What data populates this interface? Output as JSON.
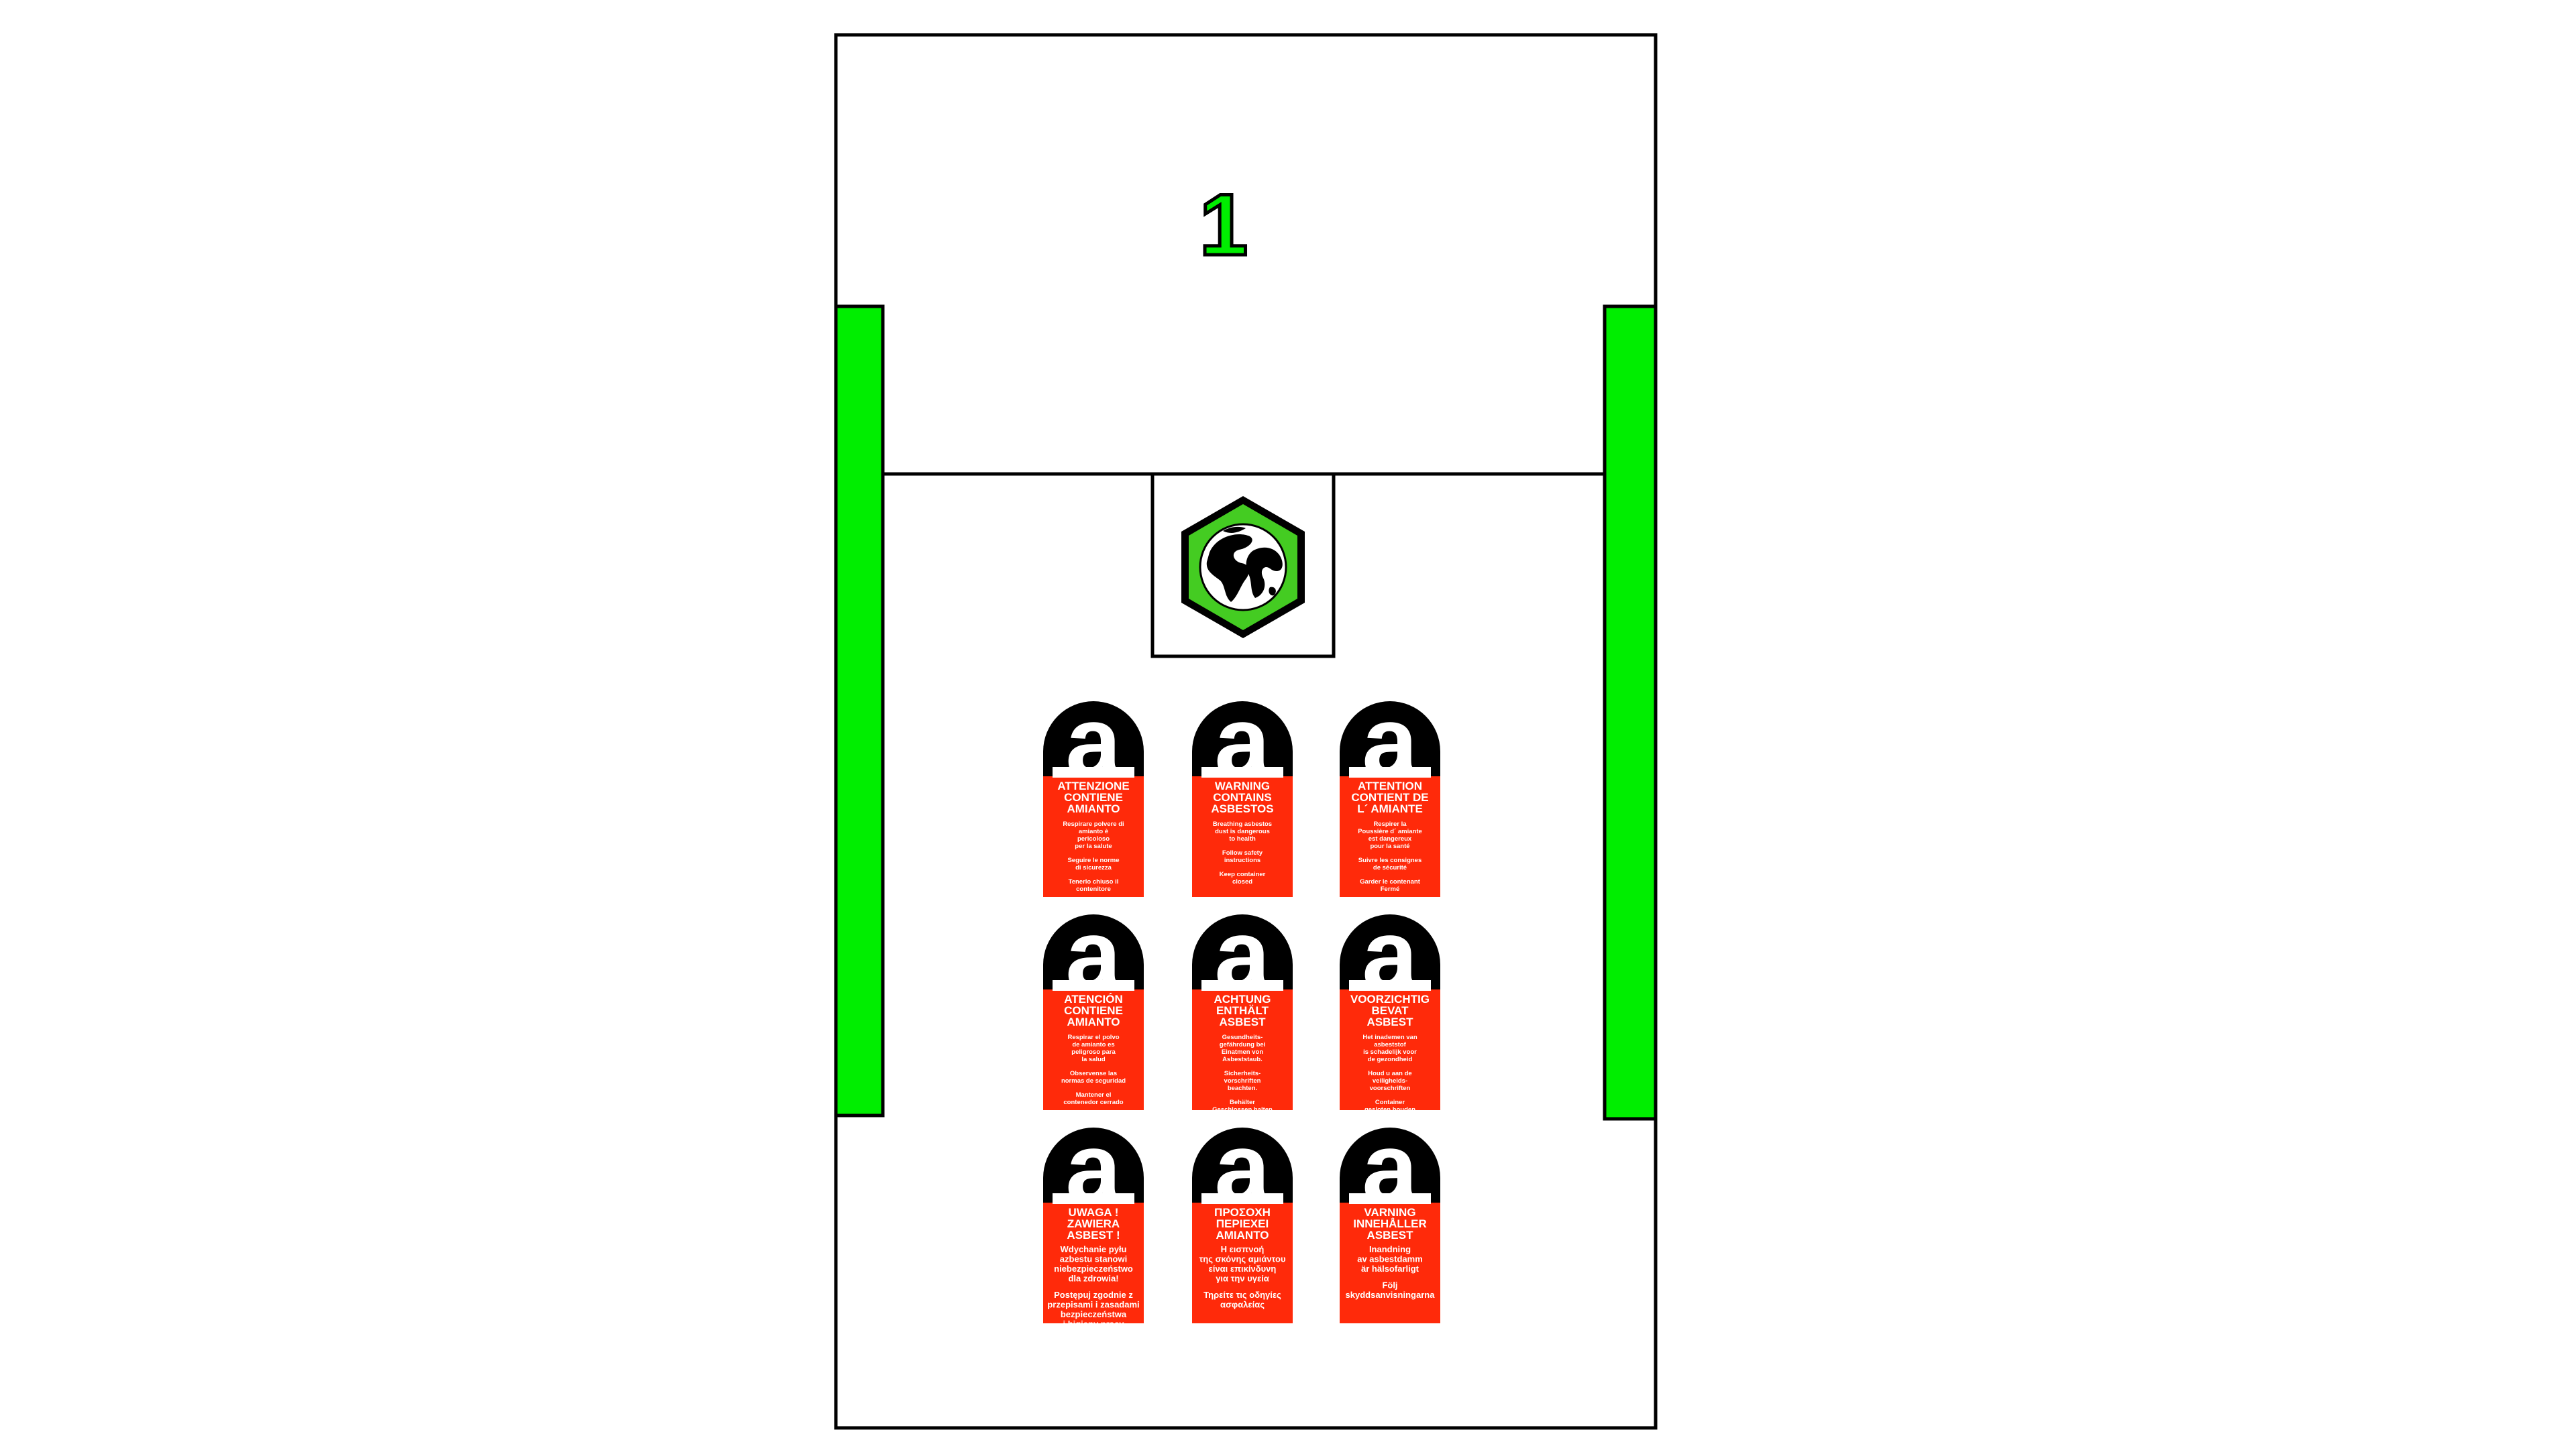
{
  "diagram": {
    "page_number": "1",
    "colors": {
      "outline": "#000000",
      "background": "#ffffff",
      "green_strip": "#00ee00",
      "hexagon_fill": "#44cc22",
      "label_red": "#ff2a0a",
      "label_black": "#000000",
      "label_text": "#ffffff"
    },
    "globe_icon": "recycling-globe-hexagon-icon",
    "labels": [
      {
        "id": "it",
        "letter": "a",
        "heading": [
          "ATTENZIONE",
          "CONTIENE",
          "AMIANTO"
        ],
        "body": [
          "Respirare polvere di",
          "amianto è",
          "pericoloso",
          "per la salute"
        ],
        "instruction1": [
          "Seguire le norme",
          "di sicurezza"
        ],
        "instruction2": [
          "Tenerlo chiuso il",
          "contenitore"
        ]
      },
      {
        "id": "en",
        "letter": "a",
        "heading": [
          "WARNING",
          "CONTAINS",
          "ASBESTOS"
        ],
        "body": [
          "Breathing asbestos",
          "dust is dangerous",
          "to health"
        ],
        "instruction1": [
          "Follow safety",
          "instructions"
        ],
        "instruction2": [
          "Keep container",
          "closed"
        ]
      },
      {
        "id": "fr",
        "letter": "a",
        "heading": [
          "ATTENTION",
          "CONTIENT DE",
          "L´ AMIANTE"
        ],
        "body": [
          "Respirer la",
          "Poussière d´ amiante",
          "est dangereux",
          "pour la santé"
        ],
        "instruction1": [
          "Suivre les consignes",
          "de sécurité"
        ],
        "instruction2": [
          "Garder le contenant",
          "Fermé"
        ]
      },
      {
        "id": "es",
        "letter": "a",
        "heading": [
          "ATENCIÓN",
          "CONTIENE",
          "AMIANTO"
        ],
        "body": [
          "Respirar el polvo",
          "de amianto es",
          "peligroso para",
          "la salud"
        ],
        "instruction1": [
          "Observense las",
          "normas de seguridad"
        ],
        "instruction2": [
          "Mantener el",
          "contenedor cerrado"
        ]
      },
      {
        "id": "de",
        "letter": "a",
        "heading": [
          "ACHTUNG",
          "ENTHÄLT",
          "ASBEST"
        ],
        "body": [
          "Gesundheits-",
          "gefährdung bei",
          "Einatmen von",
          "Asbeststaub."
        ],
        "instruction1": [
          "Sicherheits-",
          "vorschriften",
          "beachten."
        ],
        "instruction2": [
          "Behälter",
          "Geschlossen halten"
        ]
      },
      {
        "id": "nl",
        "letter": "a",
        "heading": [
          "VOORZICHTIG",
          "BEVAT",
          "ASBEST"
        ],
        "body": [
          "Het inademen van",
          "asbeststof",
          "is schadelijk voor",
          "de gezondheid"
        ],
        "instruction1": [
          "Houd u aan de",
          "veiligheids-",
          "voorschriften"
        ],
        "instruction2": [
          "Container",
          "gesloten houden"
        ]
      },
      {
        "id": "pl",
        "letter": "a",
        "heading": [
          "UWAGA !",
          "ZAWIERA",
          "ASBEST !"
        ],
        "body": [
          "Wdychanie pyłu",
          "azbestu stanowi",
          "niebezpieczeństwo",
          "dla zdrowia!"
        ],
        "instruction1": [
          "Postępuj zgodnie z",
          "przepisami i zasadami",
          "bezpieczeństwa",
          "i higieny pracy"
        ],
        "instruction2": []
      },
      {
        "id": "el",
        "letter": "a",
        "heading": [
          "ΠΡΟΣΟΧΗ",
          "ΠΕΡΙΕΧΕΙ",
          "ΑΜΙΑΝΤΟ"
        ],
        "body": [
          "Η εισπνοή",
          "της σκόνης αμιάντου",
          "είναι επικίνδυνη",
          "για την υγεία"
        ],
        "instruction1": [
          "Τηρείτε τις οδηγίες",
          "ασφαλείας"
        ],
        "instruction2": []
      },
      {
        "id": "sv",
        "letter": "a",
        "heading": [
          "VARNING",
          "INNEHÅLLER",
          "ASBEST"
        ],
        "body": [
          "Inandning",
          "av asbestdamm",
          "är hälsofarligt"
        ],
        "instruction1": [
          "Följ",
          "skyddsanvisningarna"
        ],
        "instruction2": []
      }
    ]
  }
}
